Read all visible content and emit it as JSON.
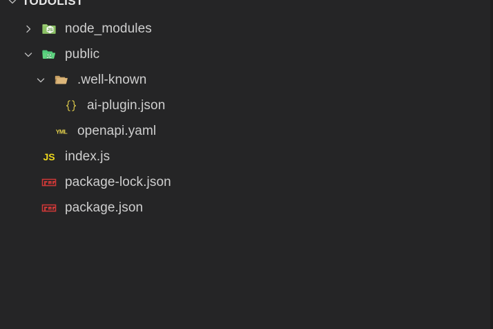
{
  "explorer": {
    "section_title": "TODOLIST",
    "section_expanded": true,
    "background_color": "#252526",
    "text_color": "#cfcfcf",
    "rows": [
      {
        "label": "node_modules",
        "icon": "folder-node-icon",
        "icon_color": "#8cc265",
        "type": "folder",
        "expanded": false,
        "indent": 1
      },
      {
        "label": "public",
        "icon": "folder-public-open-icon",
        "icon_color": "#5ed47f",
        "type": "folder",
        "expanded": true,
        "indent": 1
      },
      {
        "label": ".well-known",
        "icon": "folder-open-icon",
        "icon_color": "#dcb67a",
        "type": "folder",
        "expanded": true,
        "indent": 2
      },
      {
        "label": "ai-plugin.json",
        "icon": "json-braces-icon",
        "icon_color": "#f0db4f",
        "type": "file",
        "indent": 3
      },
      {
        "label": "openapi.yaml",
        "icon": "yaml-icon",
        "icon_color": "#f0db4f",
        "type": "file",
        "indent": 2
      },
      {
        "label": "index.js",
        "icon": "javascript-icon",
        "icon_color": "#f0db4f",
        "type": "file",
        "indent": 1
      },
      {
        "label": "package-lock.json",
        "icon": "npm-icon",
        "icon_color": "#cb3837",
        "type": "file",
        "indent": 1
      },
      {
        "label": "package.json",
        "icon": "npm-icon",
        "icon_color": "#cb3837",
        "type": "file",
        "indent": 1
      }
    ]
  }
}
